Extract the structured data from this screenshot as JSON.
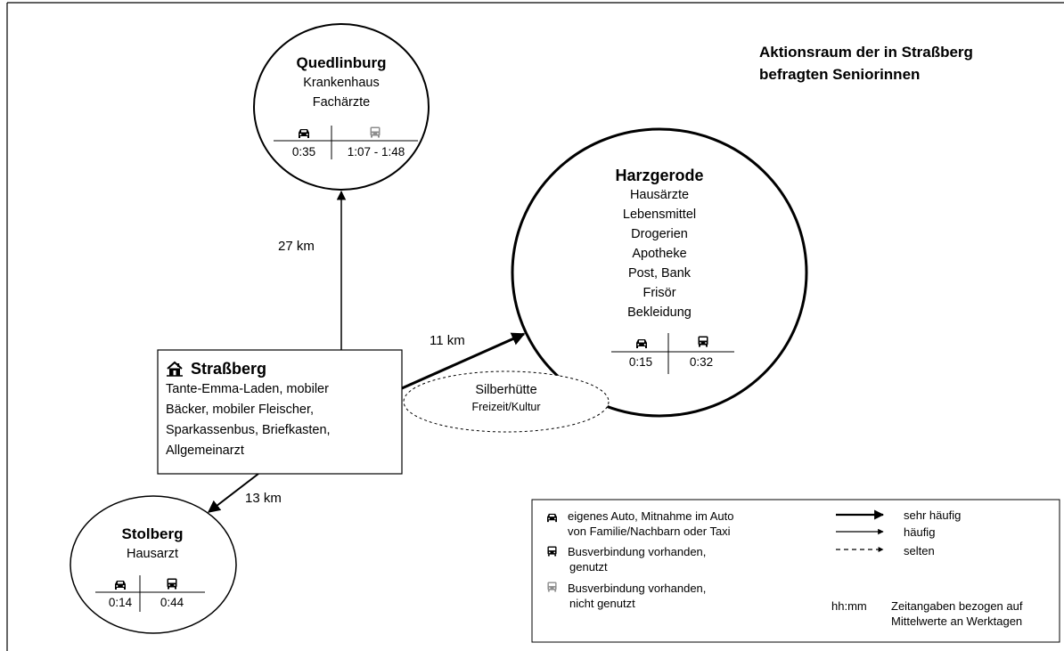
{
  "title": {
    "line1": "Aktionsraum der in Straßberg",
    "line2": "befragten Seniorinnen"
  },
  "places": {
    "quedlinburg": {
      "name": "Quedlinburg",
      "services": [
        "Krankenhaus",
        "Fachärzte"
      ],
      "car_time": "0:35",
      "bus_time": "1:07 - 1:48",
      "bus_icon": "bus-not-used-icon"
    },
    "harzgerode": {
      "name": "Harzgerode",
      "services": [
        "Hausärzte",
        "Lebensmittel",
        "Drogerien",
        "Apotheke",
        "Post, Bank",
        "Frisör",
        "Bekleidung"
      ],
      "car_time": "0:15",
      "bus_time": "0:32",
      "bus_icon": "bus-used-icon"
    },
    "strassberg": {
      "name": "Straßberg",
      "services": [
        "Tante-Emma-Laden, mobiler",
        "Bäcker, mobiler Fleischer,",
        "Sparkassenbus, Briefkasten,",
        "Allgemeinarzt"
      ],
      "icon": "home-icon"
    },
    "stolberg": {
      "name": "Stolberg",
      "services": [
        "Hausarzt"
      ],
      "car_time": "0:14",
      "bus_time": "0:44",
      "bus_icon": "bus-used-icon"
    },
    "silberhuette": {
      "name": "Silberhütte",
      "services": [
        "Freizeit/Kultur"
      ]
    }
  },
  "distances": {
    "to_quedlinburg": "27 km",
    "to_harzgerode": "11 km",
    "to_stolberg": "13 km"
  },
  "legend": {
    "car": [
      "eigenes Auto, Mitnahme im Auto",
      "von Familie/Nachbarn oder Taxi"
    ],
    "bus_used": [
      "Busverbindung vorhanden,",
      "genutzt"
    ],
    "bus_not_used": [
      "Busverbindung vorhanden,",
      "nicht genutzt"
    ],
    "freq_very": "sehr häufig",
    "freq_often": "häufig",
    "freq_rare": "selten",
    "time_code": "hh:mm",
    "time_desc": [
      "Zeitangaben bezogen auf",
      "Mittelwerte an Werktagen"
    ]
  },
  "colors": {
    "line": "#000000",
    "bus_not_used": "#8c8c8c"
  }
}
